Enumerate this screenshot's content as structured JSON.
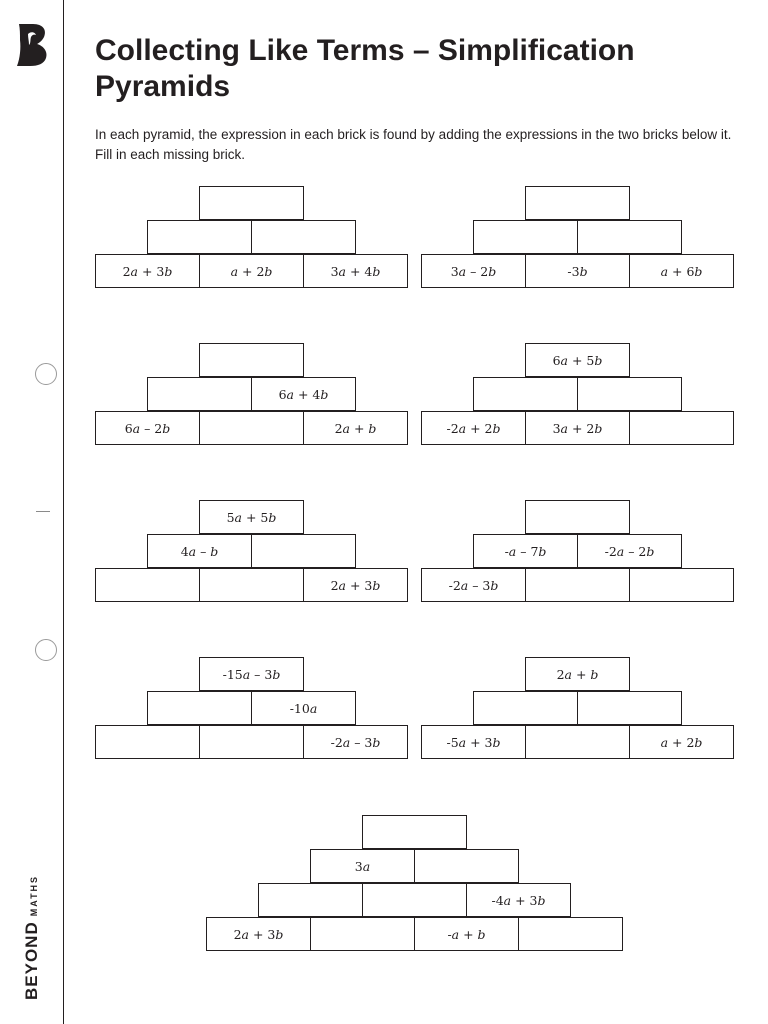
{
  "title": "Collecting Like Terms – Simplification Pyramids",
  "instructions": "In each pyramid, the expression in each brick is found by adding the expressions in the two bricks below it. Fill in each missing brick.",
  "brand": {
    "word": "BEYOND",
    "sub": "MATHS"
  },
  "pyramids": [
    {
      "rows": [
        [
          ""
        ],
        [
          "",
          ""
        ],
        [
          "2a + 3b",
          "a + 2b",
          "3a + 4b"
        ]
      ]
    },
    {
      "rows": [
        [
          ""
        ],
        [
          "",
          ""
        ],
        [
          "3a – 2b",
          "-3b",
          "a + 6b"
        ]
      ]
    },
    {
      "rows": [
        [
          ""
        ],
        [
          "",
          "6a + 4b"
        ],
        [
          "6a – 2b",
          "",
          "2a + b"
        ]
      ]
    },
    {
      "rows": [
        [
          "6a + 5b"
        ],
        [
          "",
          ""
        ],
        [
          "-2a + 2b",
          "3a + 2b",
          ""
        ]
      ]
    },
    {
      "rows": [
        [
          "5a + 5b"
        ],
        [
          "4a – b",
          ""
        ],
        [
          "",
          "",
          "2a + 3b"
        ]
      ]
    },
    {
      "rows": [
        [
          ""
        ],
        [
          "-a – 7b",
          "-2a – 2b"
        ],
        [
          "-2a – 3b",
          "",
          ""
        ]
      ]
    },
    {
      "rows": [
        [
          "-15a – 3b"
        ],
        [
          "",
          "-10a"
        ],
        [
          "",
          "",
          "-2a – 3b"
        ]
      ]
    },
    {
      "rows": [
        [
          "2a + b"
        ],
        [
          "",
          ""
        ],
        [
          "-5a + 3b",
          "",
          "a + 2b"
        ]
      ]
    },
    {
      "rows": [
        [
          ""
        ],
        [
          "3a",
          ""
        ],
        [
          "",
          "",
          "-4a + 3b"
        ],
        [
          "2a + 3b",
          "",
          "-a + b",
          ""
        ]
      ]
    }
  ]
}
